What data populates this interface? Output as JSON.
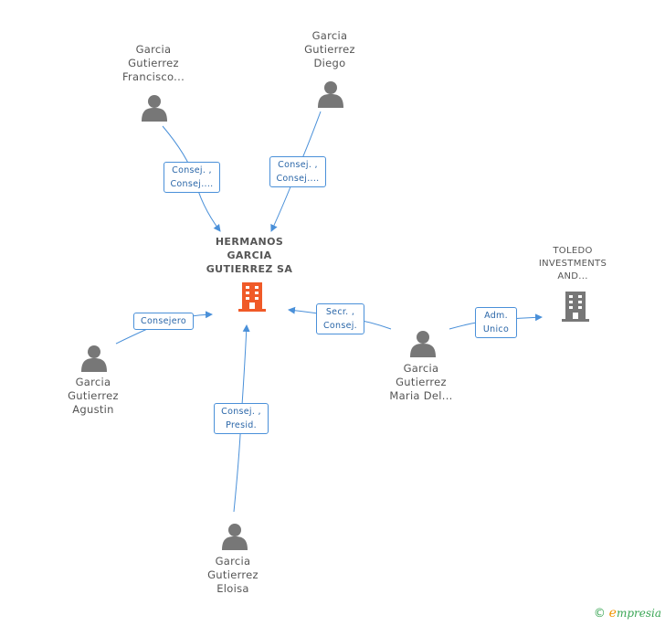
{
  "nodes": {
    "francisco": {
      "lines": [
        "Garcia",
        "Gutierrez",
        "Francisco..."
      ]
    },
    "diego": {
      "lines": [
        "Garcia",
        "Gutierrez",
        "Diego"
      ]
    },
    "agustin": {
      "lines": [
        "Garcia",
        "Gutierrez",
        "Agustin"
      ]
    },
    "maria": {
      "lines": [
        "Garcia",
        "Gutierrez",
        "Maria Del..."
      ]
    },
    "eloisa": {
      "lines": [
        "Garcia",
        "Gutierrez",
        "Eloisa"
      ]
    },
    "company": {
      "lines": [
        "HERMANOS",
        "GARCIA",
        "GUTIERREZ SA"
      ]
    },
    "toledo": {
      "lines": [
        "TOLEDO",
        "INVESTMENTS",
        "AND..."
      ]
    }
  },
  "edges": {
    "francisco": {
      "lines": [
        "Consej. ,",
        "Consej...."
      ]
    },
    "diego": {
      "lines": [
        "Consej. ,",
        "Consej...."
      ]
    },
    "agustin": {
      "lines": [
        "Consejero"
      ]
    },
    "maria": {
      "lines": [
        "Secr. ,",
        "Consej."
      ]
    },
    "eloisa": {
      "lines": [
        "Consej. ,",
        "Presid."
      ]
    },
    "toledo": {
      "lines": [
        "Adm.",
        "Unico"
      ]
    }
  },
  "colors": {
    "edge": "#4a90d9",
    "person": "#777777",
    "company_main": "#f05a28",
    "company_other": "#777777"
  },
  "footer": {
    "copyright": "©",
    "brand_initial": "e",
    "brand_rest": "mpresia"
  }
}
